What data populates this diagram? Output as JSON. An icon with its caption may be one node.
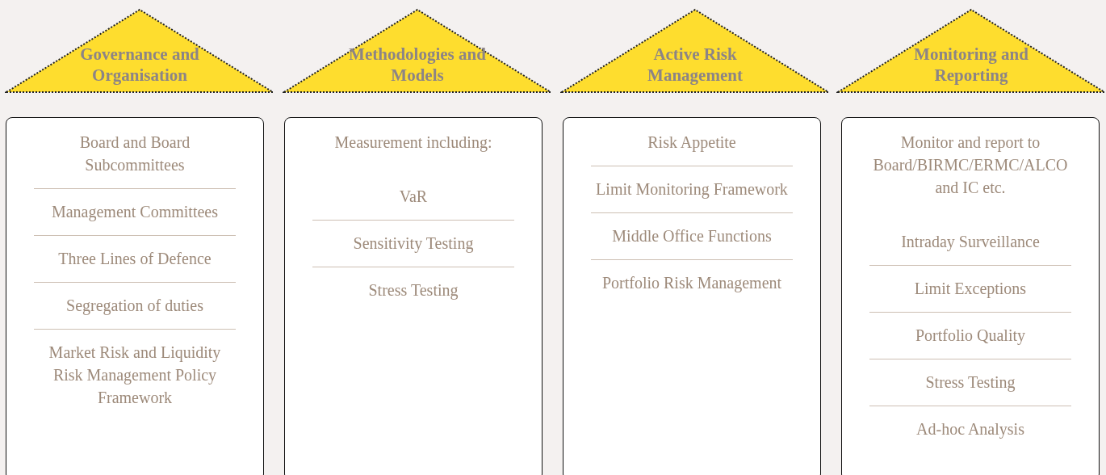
{
  "diagram": {
    "nodes": [
      {
        "text": [
          "Governance and Organisation"
        ]
      },
      {
        "text": [
          "Board and Board Subcommittees",
          "Management Committees",
          "Three Lines of Defence",
          "Segregation of duties",
          "Market Risk and Liquidity Risk Management Policy Framework"
        ]
      },
      {
        "text": [
          "Methodologies and Models"
        ]
      },
      {
        "text": [
          "Measurement including:",
          "VaR",
          "Sensitivity Testing",
          "Stress Testing"
        ]
      },
      {
        "text": [
          "Active Risk Management"
        ]
      },
      {
        "text": [
          "Risk Appetite",
          "Limit Monitoring Framework",
          "Middle Office Functions",
          "Portfolio Risk Management"
        ]
      },
      {
        "text": [
          "Monitoring and Reporting"
        ]
      },
      {
        "text": [
          "Monitor and report to Board/BIRMC/ERMC/ALCO and IC etc.",
          "Intraday Surveillance",
          "Limit Exceptions",
          "Portfolio Quality",
          "Stress Testing",
          "Ad-hoc Analysis"
        ]
      }
    ]
  }
}
